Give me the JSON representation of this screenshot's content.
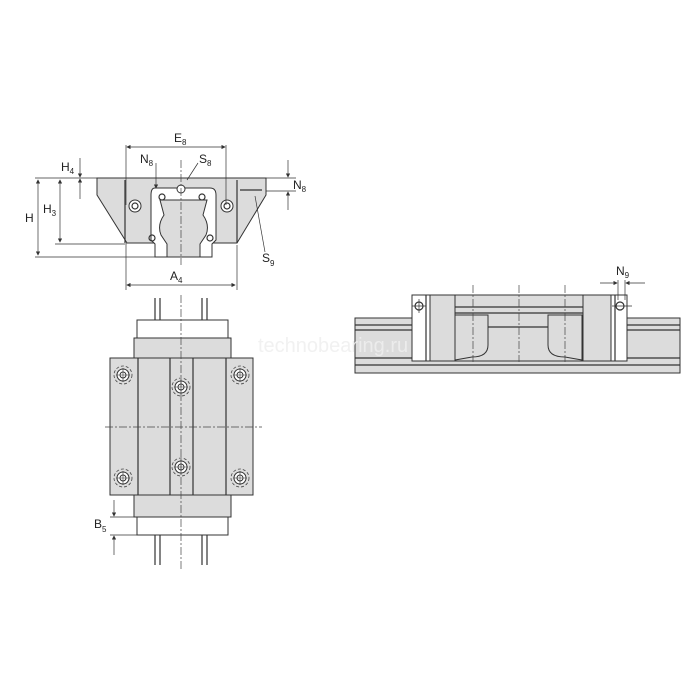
{
  "watermark": "technobearing.ru",
  "labels": {
    "E8": {
      "main": "E",
      "sub": "8"
    },
    "N8_top": {
      "main": "N",
      "sub": "8"
    },
    "S8": {
      "main": "S",
      "sub": "8"
    },
    "H4": {
      "main": "H",
      "sub": "4"
    },
    "H": {
      "main": "H",
      "sub": ""
    },
    "H3": {
      "main": "H",
      "sub": "3"
    },
    "N8_right": {
      "main": "N",
      "sub": "8"
    },
    "S9": {
      "main": "S",
      "sub": "9"
    },
    "A4": {
      "main": "A",
      "sub": "4"
    },
    "B5": {
      "main": "B",
      "sub": "5"
    },
    "N9": {
      "main": "N",
      "sub": "9"
    }
  }
}
